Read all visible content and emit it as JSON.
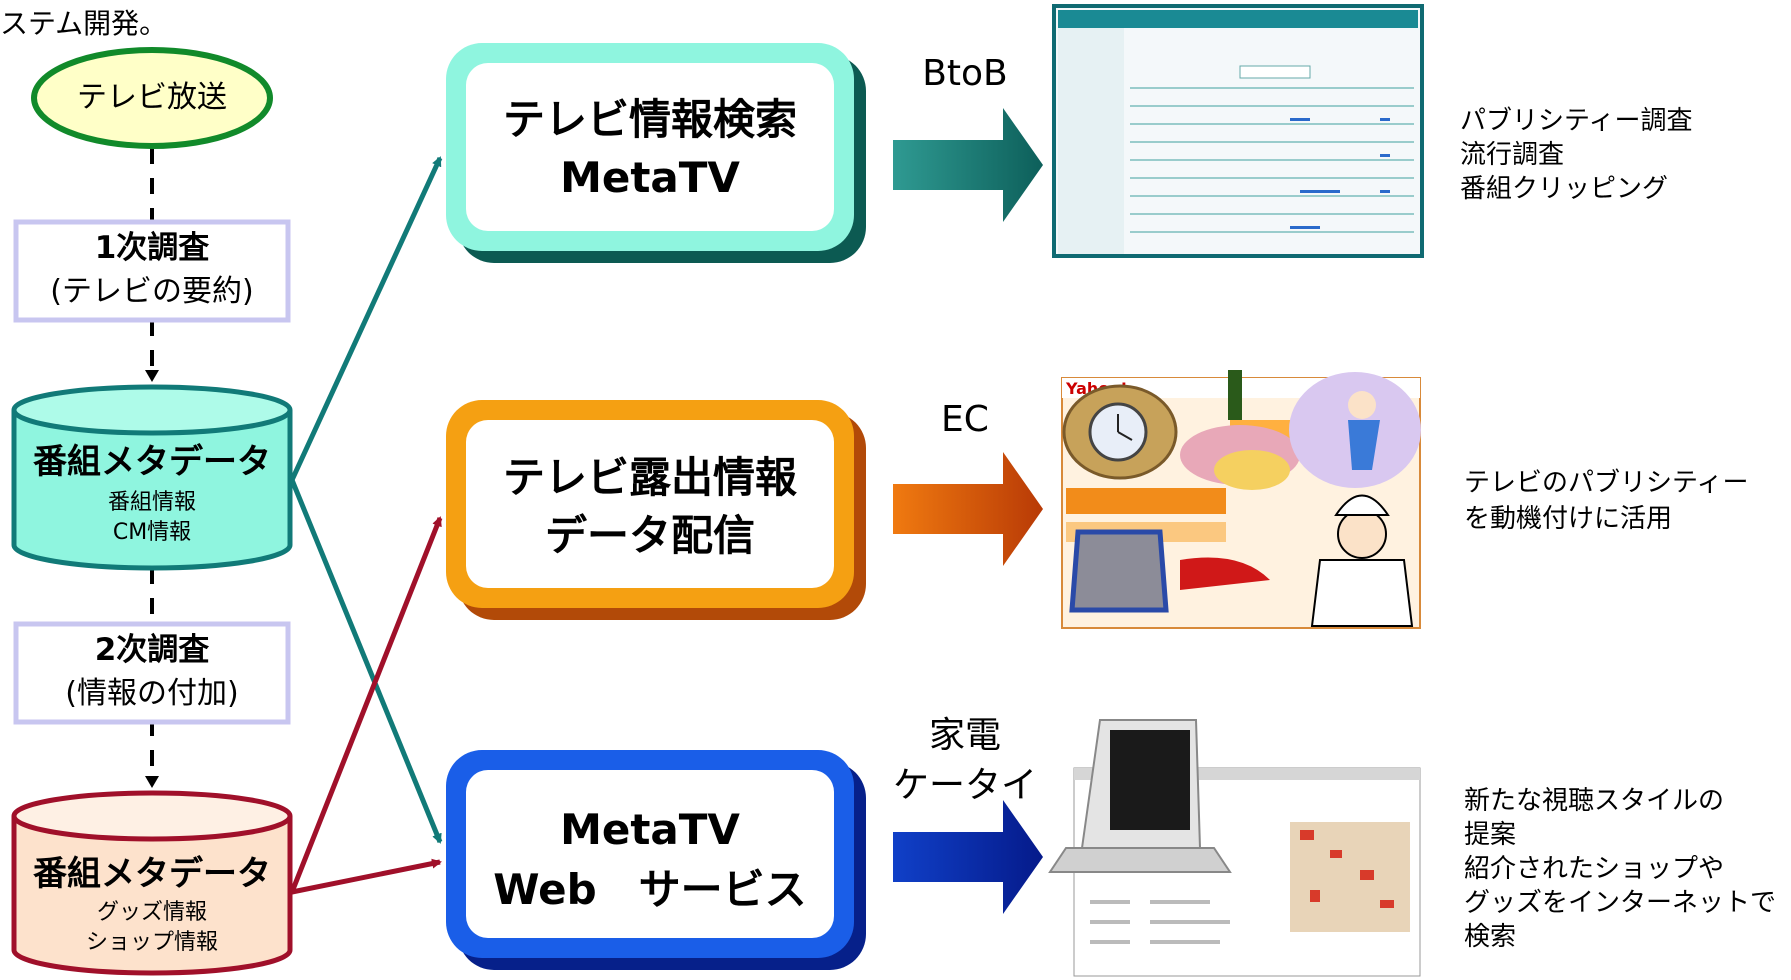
{
  "header_fragment": "ステム開発。",
  "source": {
    "label": "テレビ放送"
  },
  "survey1": {
    "line1": "1次調査",
    "line2": "(テレビの要約)"
  },
  "db1": {
    "title": "番組メタデータ",
    "line1": "番組情報",
    "line2": "CM情報"
  },
  "survey2": {
    "line1": "2次調査",
    "line2": "(情報の付加)"
  },
  "db2": {
    "title": "番組メタデータ",
    "line1": "グッズ情報",
    "line2": "ショップ情報"
  },
  "services": [
    {
      "line1": "テレビ情報検索",
      "line2": "MetaTV",
      "channel": "BtoB",
      "desc": [
        "パブリシティー調査",
        "流行調査",
        "番組クリッピング"
      ]
    },
    {
      "line1": "テレビ露出情報",
      "line2": "データ配信",
      "channel": "EC",
      "desc": [
        "テレビのパブリシティー",
        "を動機付けに活用"
      ]
    },
    {
      "line1": "MetaTV",
      "line2": "Web　サービス",
      "channel_line1": "家電",
      "channel_line2": "ケータイ",
      "desc": [
        "新たな視聴スタイルの",
        "提案",
        "紹介されたショップや",
        "グッズをインターネットで",
        "検索"
      ]
    }
  ],
  "colors": {
    "green": "#118a2a",
    "teal": "#117a78",
    "crimson": "#a0102a",
    "orange": "#f5a012",
    "blue": "#1a5ee8",
    "mint": "#8ff5df",
    "peach": "#fde2cc",
    "lavender": "#c8c6f0"
  }
}
